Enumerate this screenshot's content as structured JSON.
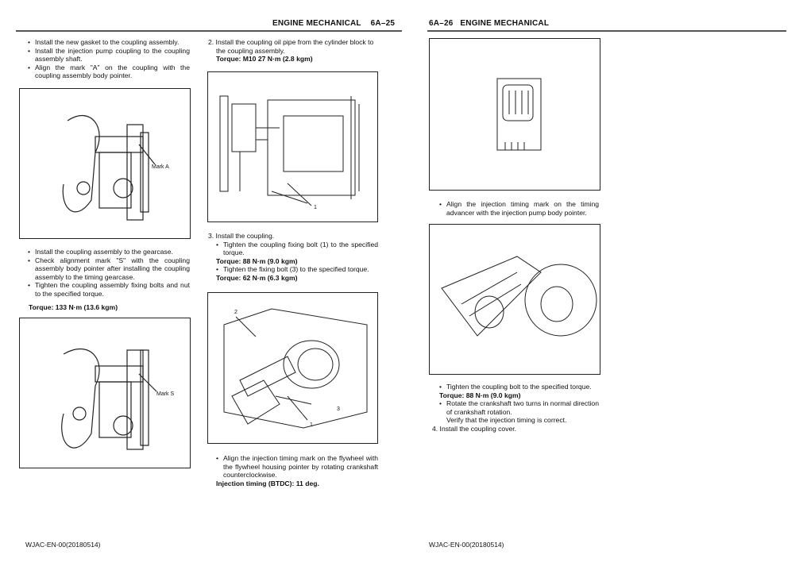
{
  "left_page": {
    "header": "ENGINE MECHANICAL",
    "page_no": "6A–25",
    "col1": {
      "bullets_a": [
        "Install the new gasket to the coupling assembly.",
        "Install the injection pump coupling to the coupling assembly shaft.",
        "Align the mark \"A\" on the coupling with the coupling assembly body pointer."
      ],
      "fig1_label": "Mark A",
      "bullets_b": [
        "Install the coupling assembly to the gearcase.",
        "Check alignment mark \"S\" with the coupling assembly body pointer after installing the coupling assembly to the timing gearcase.",
        "Tighten the coupling assembly fixing bolts and nut to the specified torque."
      ],
      "torque": "Torque: 133 N·m (13.6 kgm)",
      "fig2_label": "Mark S"
    },
    "col2": {
      "step2": "2. Install the coupling oil pipe from the cylinder block to the coupling assembly.",
      "torque2": "Torque: M10  27 N·m (2.8 kgm)",
      "fig3_callout": "1",
      "step3": "3. Install the coupling.",
      "bullet3a": "Tighten the coupling fixing bolt (1) to the specified torque.",
      "torque3a": "Torque: 88 N·m (9.0 kgm)",
      "bullet3b": "Tighten the fixing bolt (3) to the specified torque.",
      "torque3b": "Torque: 62 N·m (6.3 kgm)",
      "fig4_callouts": [
        "2",
        "3",
        "1"
      ],
      "bullet4": "Align the injection timing mark on the flywheel with the flywheel housing pointer by rotating crankshaft counterclockwise.",
      "timing": "Injection timing (BTDC): 11 deg."
    },
    "footer": "WJAC-EN-00(20180514)"
  },
  "right_page": {
    "page_no": "6A–26",
    "header": "ENGINE MECHANICAL",
    "bullet1": "Align the injection timing mark on the timing advancer with the injection pump body pointer.",
    "bullet2": "Tighten the coupling bolt to the specified torque.",
    "torque": "Torque: 88 N·m (9.0 kgm)",
    "bullet3": "Rotate the crankshaft two turns in normal direction of crankshaft rotation.",
    "verify": "Verify that the injection timing is correct.",
    "step4": "4. Install the coupling cover.",
    "footer": "WJAC-EN-00(20180514)"
  }
}
